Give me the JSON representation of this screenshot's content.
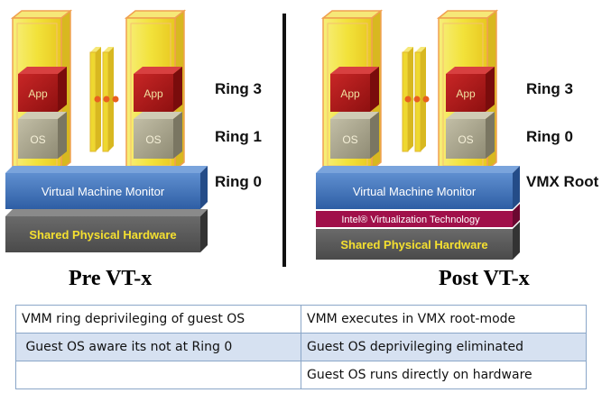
{
  "left": {
    "title": "Pre VT-x",
    "app_label": "App",
    "os_label": "OS",
    "vmm_label": "Virtual Machine Monitor",
    "hw_label": "Shared Physical Hardware",
    "rings": [
      "Ring 3",
      "Ring 1",
      "Ring 0"
    ]
  },
  "right": {
    "title": "Post VT-x",
    "app_label": "App",
    "os_label": "OS",
    "vmm_label": "Virtual Machine Monitor",
    "vt_label": "Intel® Virtualization Technology",
    "hw_label": "Shared Physical Hardware",
    "rings": [
      "Ring 3",
      "Ring 0",
      "VMX Root"
    ]
  },
  "table": {
    "rows": [
      [
        "VMM ring deprivileging of guest OS",
        "VMM executes in VMX root-mode"
      ],
      [
        " Guest OS aware its not at Ring 0",
        "Guest OS deprivileging eliminated"
      ],
      [
        "",
        "Guest OS runs directly on hardware"
      ]
    ]
  },
  "colors": {
    "vm_yellow": "#f2e23a",
    "vm_orange_border": "#f0a050",
    "app_red": "#b01818",
    "os_gray": "#a8a48c",
    "vmm_blue": "#3a6cb4",
    "vt_magenta": "#a0104a",
    "hw_gray": "#5e5e5e",
    "hw_text": "#f5e030",
    "divider": "#111111"
  }
}
